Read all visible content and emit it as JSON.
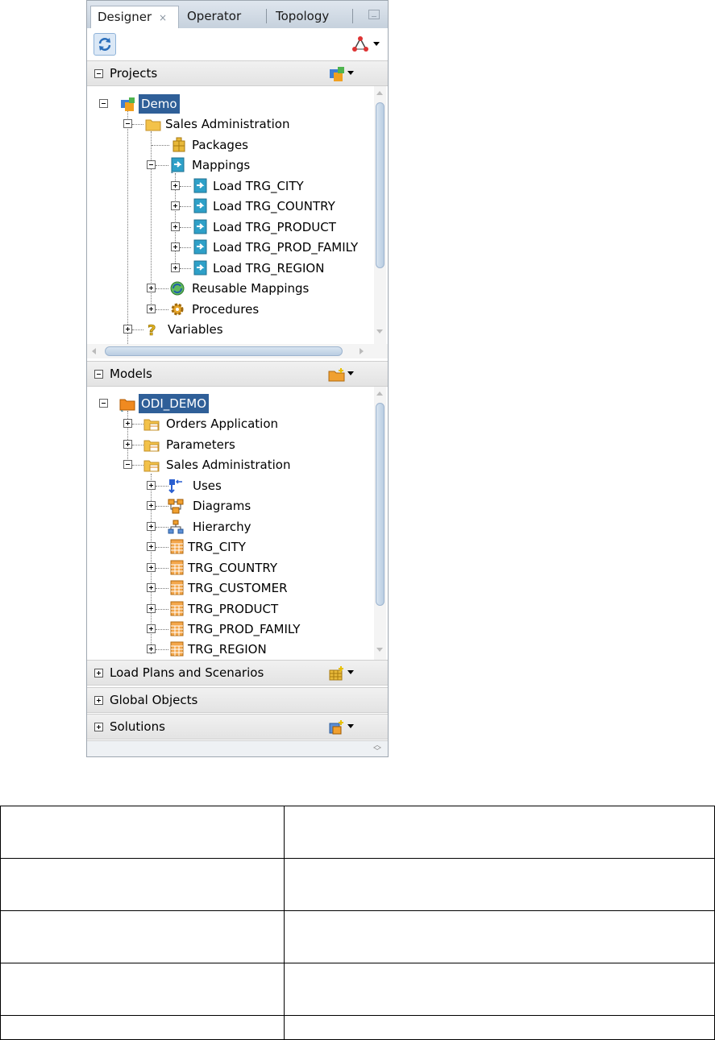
{
  "tabs": [
    {
      "label": "Designer",
      "close": "×"
    },
    {
      "label": "Operator"
    },
    {
      "label": "Topology"
    }
  ],
  "projects": {
    "title": "Projects",
    "tree": [
      {
        "label": "Demo",
        "icon": "project-icon",
        "selected": true
      },
      {
        "label": "Sales Administration",
        "icon": "folder-icon"
      },
      {
        "label": "Packages",
        "icon": "package-icon"
      },
      {
        "label": "Mappings",
        "icon": "mapping-icon"
      },
      {
        "label": "Load TRG_CITY",
        "icon": "mapping-icon"
      },
      {
        "label": "Load TRG_COUNTRY",
        "icon": "mapping-icon"
      },
      {
        "label": "Load TRG_PRODUCT",
        "icon": "mapping-icon"
      },
      {
        "label": "Load TRG_PROD_FAMILY",
        "icon": "mapping-icon"
      },
      {
        "label": "Load TRG_REGION",
        "icon": "mapping-icon"
      },
      {
        "label": "Reusable Mappings",
        "icon": "reusable-mapping-icon"
      },
      {
        "label": "Procedures",
        "icon": "procedure-gear-icon"
      },
      {
        "label": "Variables",
        "icon": "variable-icon"
      }
    ]
  },
  "models": {
    "title": "Models",
    "tree": [
      {
        "label": "ODI_DEMO",
        "icon": "model-folder-icon",
        "selected": true
      },
      {
        "label": "Orders Application",
        "icon": "model-icon"
      },
      {
        "label": "Parameters",
        "icon": "model-icon"
      },
      {
        "label": "Sales Administration",
        "icon": "model-icon"
      },
      {
        "label": "Uses",
        "icon": "uses-icon"
      },
      {
        "label": "Diagrams",
        "icon": "diagram-icon"
      },
      {
        "label": "Hierarchy",
        "icon": "hierarchy-icon"
      },
      {
        "label": "TRG_CITY",
        "icon": "datastore-icon"
      },
      {
        "label": "TRG_COUNTRY",
        "icon": "datastore-icon"
      },
      {
        "label": "TRG_CUSTOMER",
        "icon": "datastore-icon"
      },
      {
        "label": "TRG_PRODUCT",
        "icon": "datastore-icon"
      },
      {
        "label": "TRG_PROD_FAMILY",
        "icon": "datastore-icon"
      },
      {
        "label": "TRG_REGION",
        "icon": "datastore-icon"
      }
    ]
  },
  "sections": {
    "load_plans": "Load Plans and Scenarios",
    "global_objects": "Global Objects",
    "solutions": "Solutions"
  },
  "table": {
    "rows": [
      [
        "",
        ""
      ],
      [
        "",
        ""
      ],
      [
        "",
        ""
      ],
      [
        "",
        ""
      ],
      [
        "",
        ""
      ]
    ]
  }
}
